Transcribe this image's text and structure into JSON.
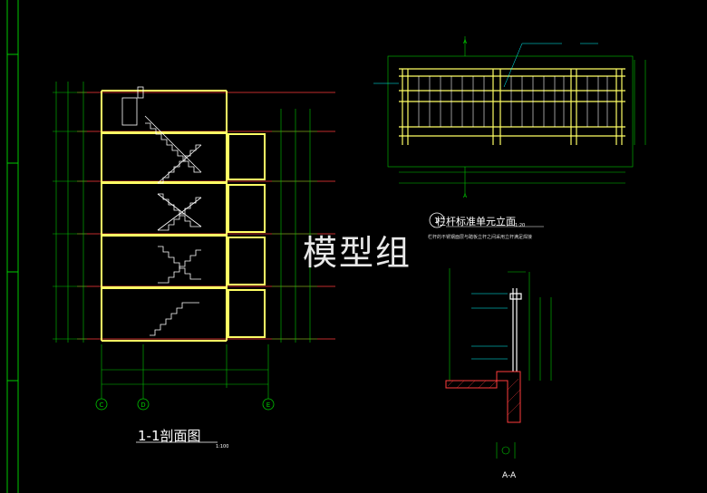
{
  "drawing": {
    "watermark": "模型组",
    "section_title": "1-1剖面图",
    "section_scale": "1:100",
    "railing_title": "栏杆标准单元立面",
    "railing_scale": "1:20",
    "railing_note": "栏杆的不锈钢面层与踏板立杆之间采用立杆满足焊接",
    "detail_number": "1",
    "cut_label": "A-A",
    "axis_labels": [
      "C",
      "D",
      "E"
    ],
    "section_marks": [
      "A",
      "A"
    ]
  },
  "colors": {
    "background": "#000000",
    "frame": "#00c800",
    "wall": "#ffff64",
    "floor_line": "#ff3c3c",
    "dimension": "#00c800",
    "stair": "#ffffff",
    "hatch": "#ff3c3c",
    "leader": "#00ffff"
  }
}
